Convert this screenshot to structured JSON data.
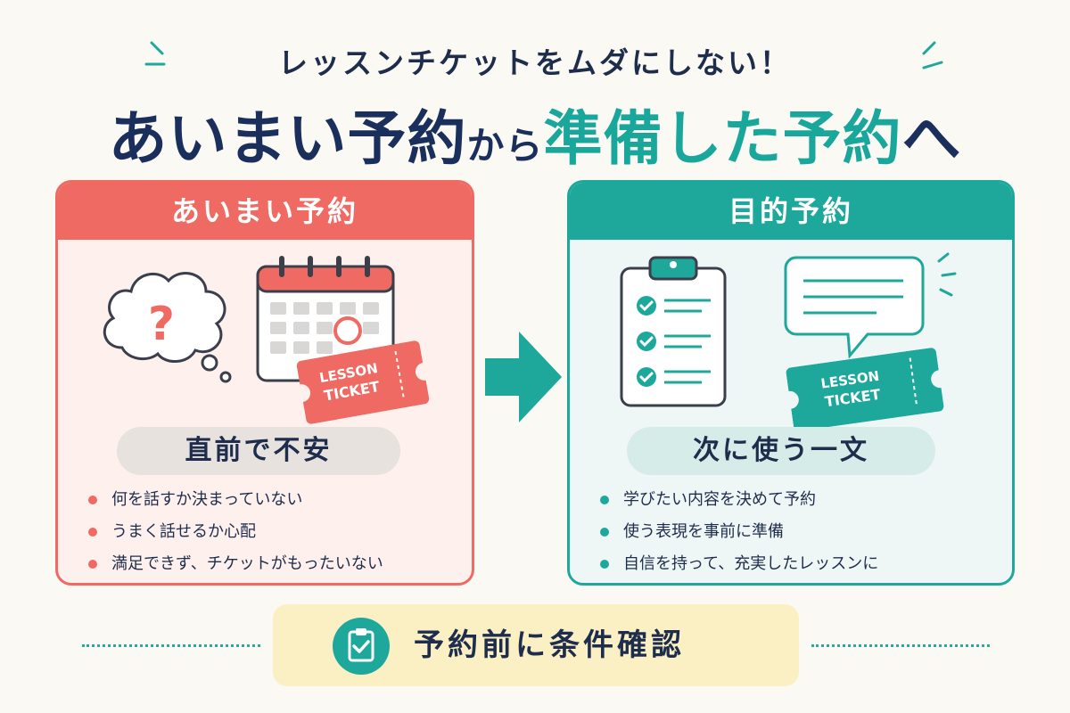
{
  "header": {
    "subtitle": "レッスンチケットをムダにしない！",
    "headline_part1": "あいまい予約",
    "headline_connector": "から",
    "headline_part2": "準備した予約",
    "headline_suffix": "へ"
  },
  "left_panel": {
    "title": "あいまい予約",
    "ticket_line1": "LESSON",
    "ticket_line2": "TICKET",
    "pill": "直前で不安",
    "bullets": [
      "何を話すか決まっていない",
      "うまく話せるか心配",
      "満足できず、チケットがもったいない"
    ]
  },
  "right_panel": {
    "title": "目的予約",
    "ticket_line1": "LESSON",
    "ticket_line2": "TICKET",
    "pill": "次に使う一文",
    "bullets": [
      "学びたい内容を決めて予約",
      "使う表現を事前に準備",
      "自信を持って、充実したレッスンに"
    ]
  },
  "footer": {
    "banner_text": "予約前に条件確認"
  },
  "colors": {
    "coral": "#ee6a63",
    "teal": "#1ea89c",
    "navy": "#1f2d4d",
    "banner": "#fbf0c4"
  },
  "icons": [
    "question-thought-icon",
    "calendar-icon",
    "ticket-icon",
    "arrow-right-icon",
    "clipboard-checklist-icon",
    "speech-bubble-icon",
    "clipboard-check-icon"
  ]
}
